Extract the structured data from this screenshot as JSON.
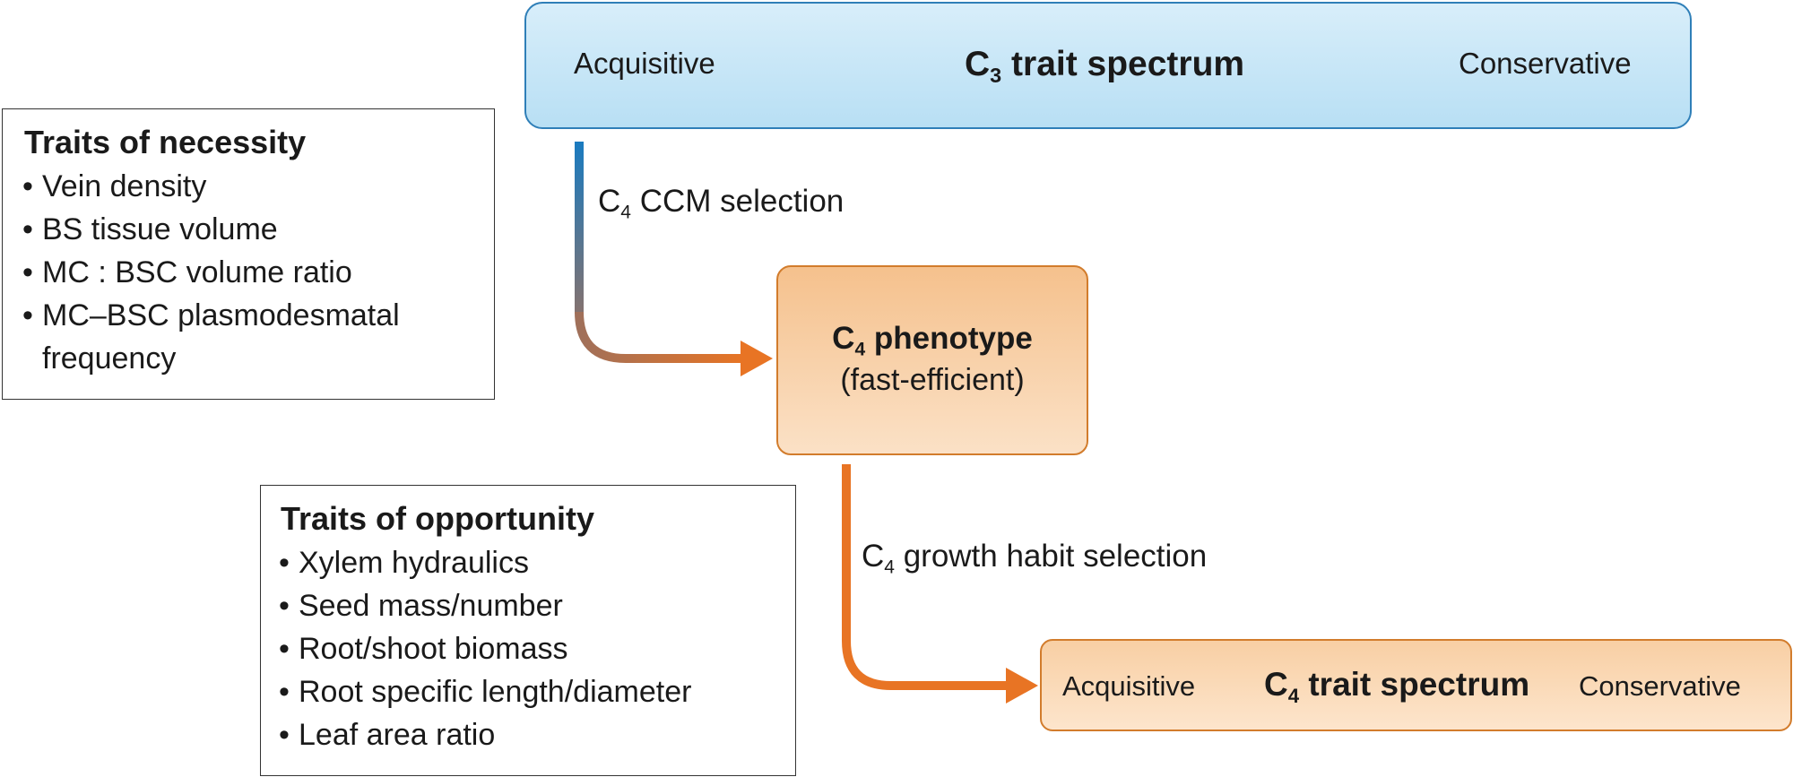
{
  "c3_spectrum": {
    "left_label": "Acquisitive",
    "title_prefix": "C",
    "title_sub": "3",
    "title_suffix": " trait spectrum",
    "right_label": "Conservative"
  },
  "necessity": {
    "title": "Traits of necessity",
    "items": [
      "Vein density",
      "BS tissue volume",
      "MC : BSC volume ratio",
      "MC–BSC plasmodesmatal frequency"
    ]
  },
  "ccm_arrow": {
    "label_prefix": "C",
    "label_sub": "4",
    "label_suffix": " CCM selection"
  },
  "phenotype": {
    "title_prefix": "C",
    "title_sub": "4",
    "title_suffix": " phenotype",
    "subtitle": "(fast-efficient)"
  },
  "opportunity": {
    "title": "Traits of opportunity",
    "items": [
      "Xylem hydraulics",
      "Seed mass/number",
      "Root/shoot biomass",
      "Root specific length/diameter",
      "Leaf area ratio"
    ]
  },
  "growth_arrow": {
    "label_prefix": "C",
    "label_sub": "4",
    "label_suffix": " growth habit selection"
  },
  "c4_spectrum": {
    "left_label": "Acquisitive",
    "title_prefix": "C",
    "title_sub": "4",
    "title_suffix": " trait spectrum",
    "right_label": "Conservative"
  },
  "colors": {
    "blue_stroke": "#2f7fb8",
    "orange_stroke": "#e87424"
  }
}
